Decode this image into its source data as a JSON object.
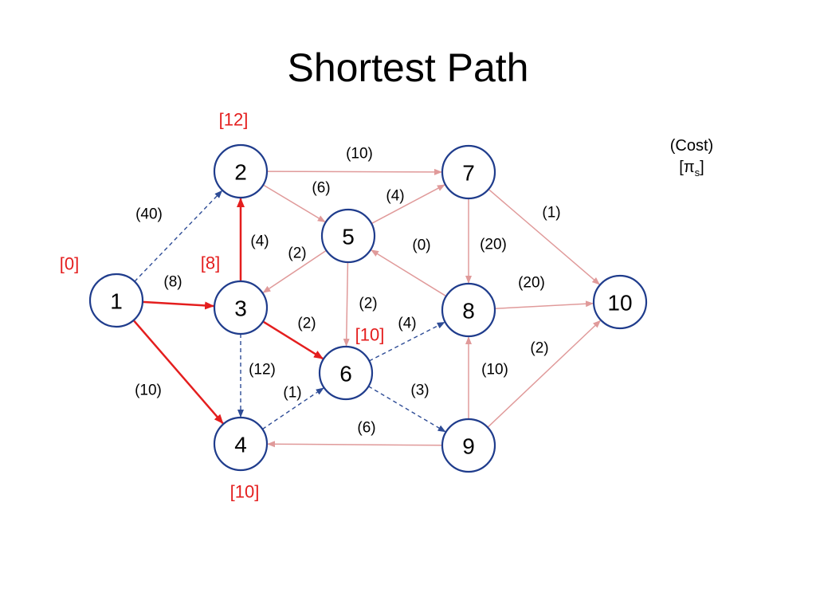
{
  "title": "Shortest Path",
  "legend": {
    "line1": "(Cost)",
    "line2_base": "[π",
    "line2_sub": "s",
    "line2_end": "]"
  },
  "colors": {
    "node_stroke": "#1f3c8c",
    "edge_normal": "#e09a9a",
    "edge_tree": "#e41e1e",
    "edge_dashed": "#2e4c96",
    "distance_label": "#e41e1e"
  },
  "nodes": [
    {
      "id": "1",
      "label": "1",
      "distance": "[0]"
    },
    {
      "id": "2",
      "label": "2",
      "distance": "[12]"
    },
    {
      "id": "3",
      "label": "3",
      "distance": "[8]"
    },
    {
      "id": "4",
      "label": "4",
      "distance": "[10]"
    },
    {
      "id": "5",
      "label": "5",
      "distance": ""
    },
    {
      "id": "6",
      "label": "6",
      "distance": "[10]"
    },
    {
      "id": "7",
      "label": "7",
      "distance": ""
    },
    {
      "id": "8",
      "label": "8",
      "distance": ""
    },
    {
      "id": "9",
      "label": "9",
      "distance": ""
    },
    {
      "id": "10",
      "label": "10",
      "distance": ""
    }
  ],
  "edges": [
    {
      "from": "1",
      "to": "2",
      "cost": "(40)",
      "style": "dashed"
    },
    {
      "from": "1",
      "to": "3",
      "cost": "(8)",
      "style": "tree"
    },
    {
      "from": "1",
      "to": "4",
      "cost": "(10)",
      "style": "tree"
    },
    {
      "from": "3",
      "to": "2",
      "cost": "(4)",
      "style": "tree"
    },
    {
      "from": "2",
      "to": "7",
      "cost": "(10)",
      "style": "normal"
    },
    {
      "from": "2",
      "to": "5",
      "cost": "(6)",
      "style": "normal"
    },
    {
      "from": "5",
      "to": "3",
      "cost": "(2)",
      "style": "normal"
    },
    {
      "from": "3",
      "to": "6",
      "cost": "(2)",
      "style": "tree"
    },
    {
      "from": "3",
      "to": "4",
      "cost": "(12)",
      "style": "dashed"
    },
    {
      "from": "4",
      "to": "6",
      "cost": "(1)",
      "style": "dashed"
    },
    {
      "from": "5",
      "to": "7",
      "cost": "(4)",
      "style": "normal"
    },
    {
      "from": "8",
      "to": "5",
      "cost": "(0)",
      "style": "normal"
    },
    {
      "from": "5",
      "to": "6",
      "cost": "(2)",
      "style": "normal"
    },
    {
      "from": "6",
      "to": "8",
      "cost": "(4)",
      "style": "dashed"
    },
    {
      "from": "6",
      "to": "9",
      "cost": "(3)",
      "style": "dashed"
    },
    {
      "from": "9",
      "to": "4",
      "cost": "(6)",
      "style": "normal"
    },
    {
      "from": "7",
      "to": "8",
      "cost": "(20)",
      "style": "normal"
    },
    {
      "from": "7",
      "to": "10",
      "cost": "(1)",
      "style": "normal"
    },
    {
      "from": "8",
      "to": "10",
      "cost": "(20)",
      "style": "normal"
    },
    {
      "from": "9",
      "to": "8",
      "cost": "(10)",
      "style": "normal"
    },
    {
      "from": "9",
      "to": "10",
      "cost": "(2)",
      "style": "normal"
    }
  ]
}
